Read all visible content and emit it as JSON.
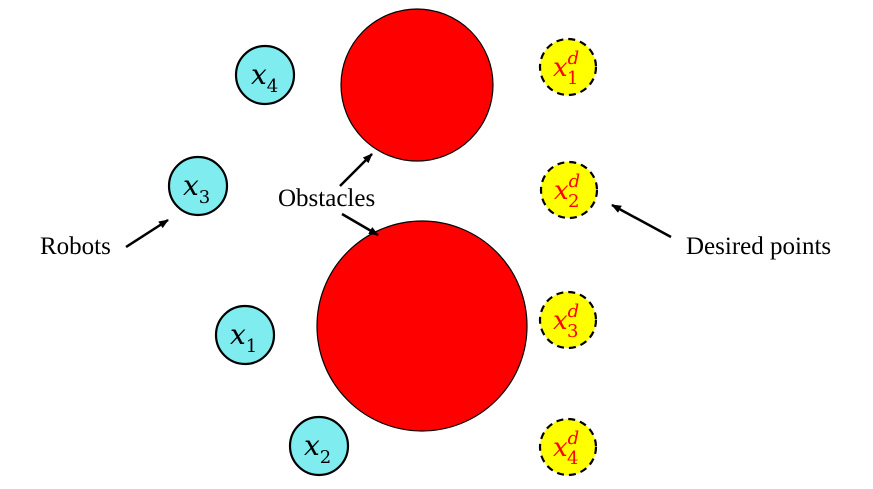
{
  "labels": {
    "robots": "Robots",
    "obstacles": "Obstacles",
    "desired_points": "Desired points"
  },
  "robots": [
    {
      "symbol": "x",
      "subscript": "1"
    },
    {
      "symbol": "x",
      "subscript": "2"
    },
    {
      "symbol": "x",
      "subscript": "3"
    },
    {
      "symbol": "x",
      "subscript": "4"
    }
  ],
  "desired": [
    {
      "symbol": "x",
      "superscript": "d",
      "subscript": "1"
    },
    {
      "symbol": "x",
      "superscript": "d",
      "subscript": "2"
    },
    {
      "symbol": "x",
      "superscript": "d",
      "subscript": "3"
    },
    {
      "symbol": "x",
      "superscript": "d",
      "subscript": "4"
    }
  ],
  "colors": {
    "robot_fill": "#7fecef",
    "obstacle_fill": "#ff0000",
    "desired_fill": "#ffff00",
    "desired_text": "#ff0000",
    "stroke": "#000000"
  }
}
